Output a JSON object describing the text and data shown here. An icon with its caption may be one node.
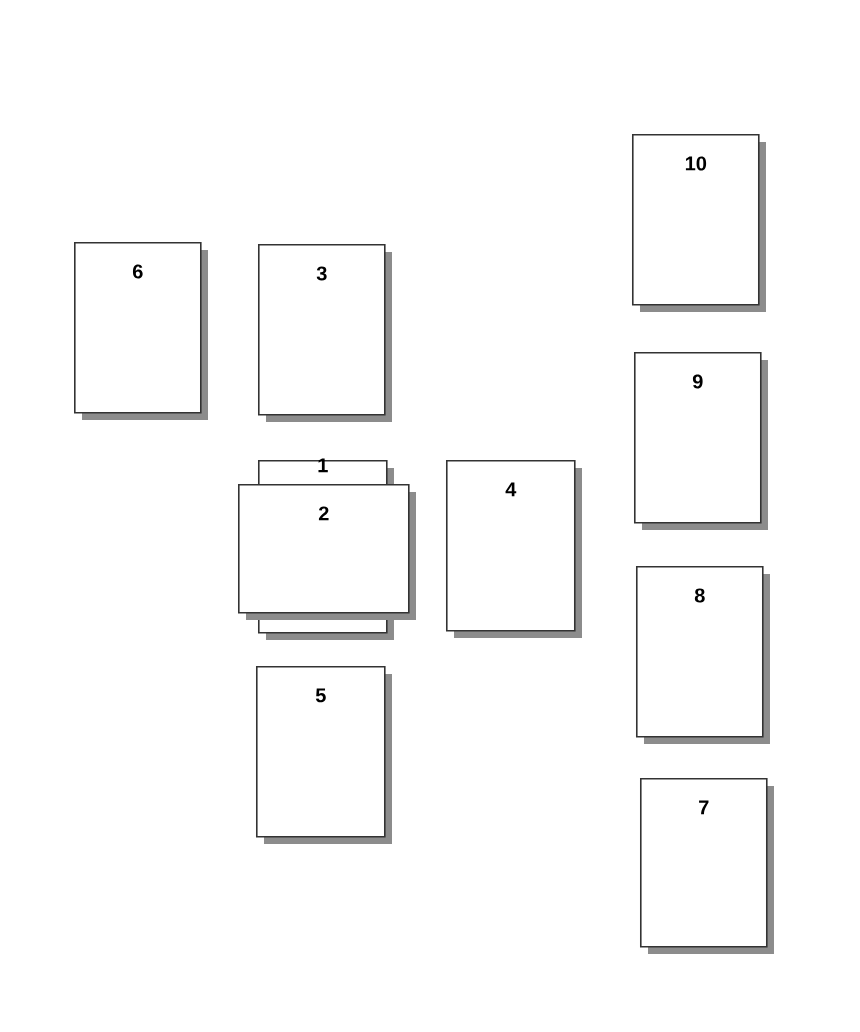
{
  "diagram": {
    "nodes": [
      {
        "text": [
          "10"
        ]
      },
      {
        "text": [
          "6"
        ]
      },
      {
        "text": [
          "3"
        ]
      },
      {
        "text": [
          "9"
        ]
      },
      {
        "text": [
          "1"
        ]
      },
      {
        "text": [
          "2"
        ]
      },
      {
        "text": [
          "4"
        ]
      },
      {
        "text": [
          "8"
        ]
      },
      {
        "text": [
          "5"
        ]
      },
      {
        "text": [
          "7"
        ]
      }
    ]
  }
}
